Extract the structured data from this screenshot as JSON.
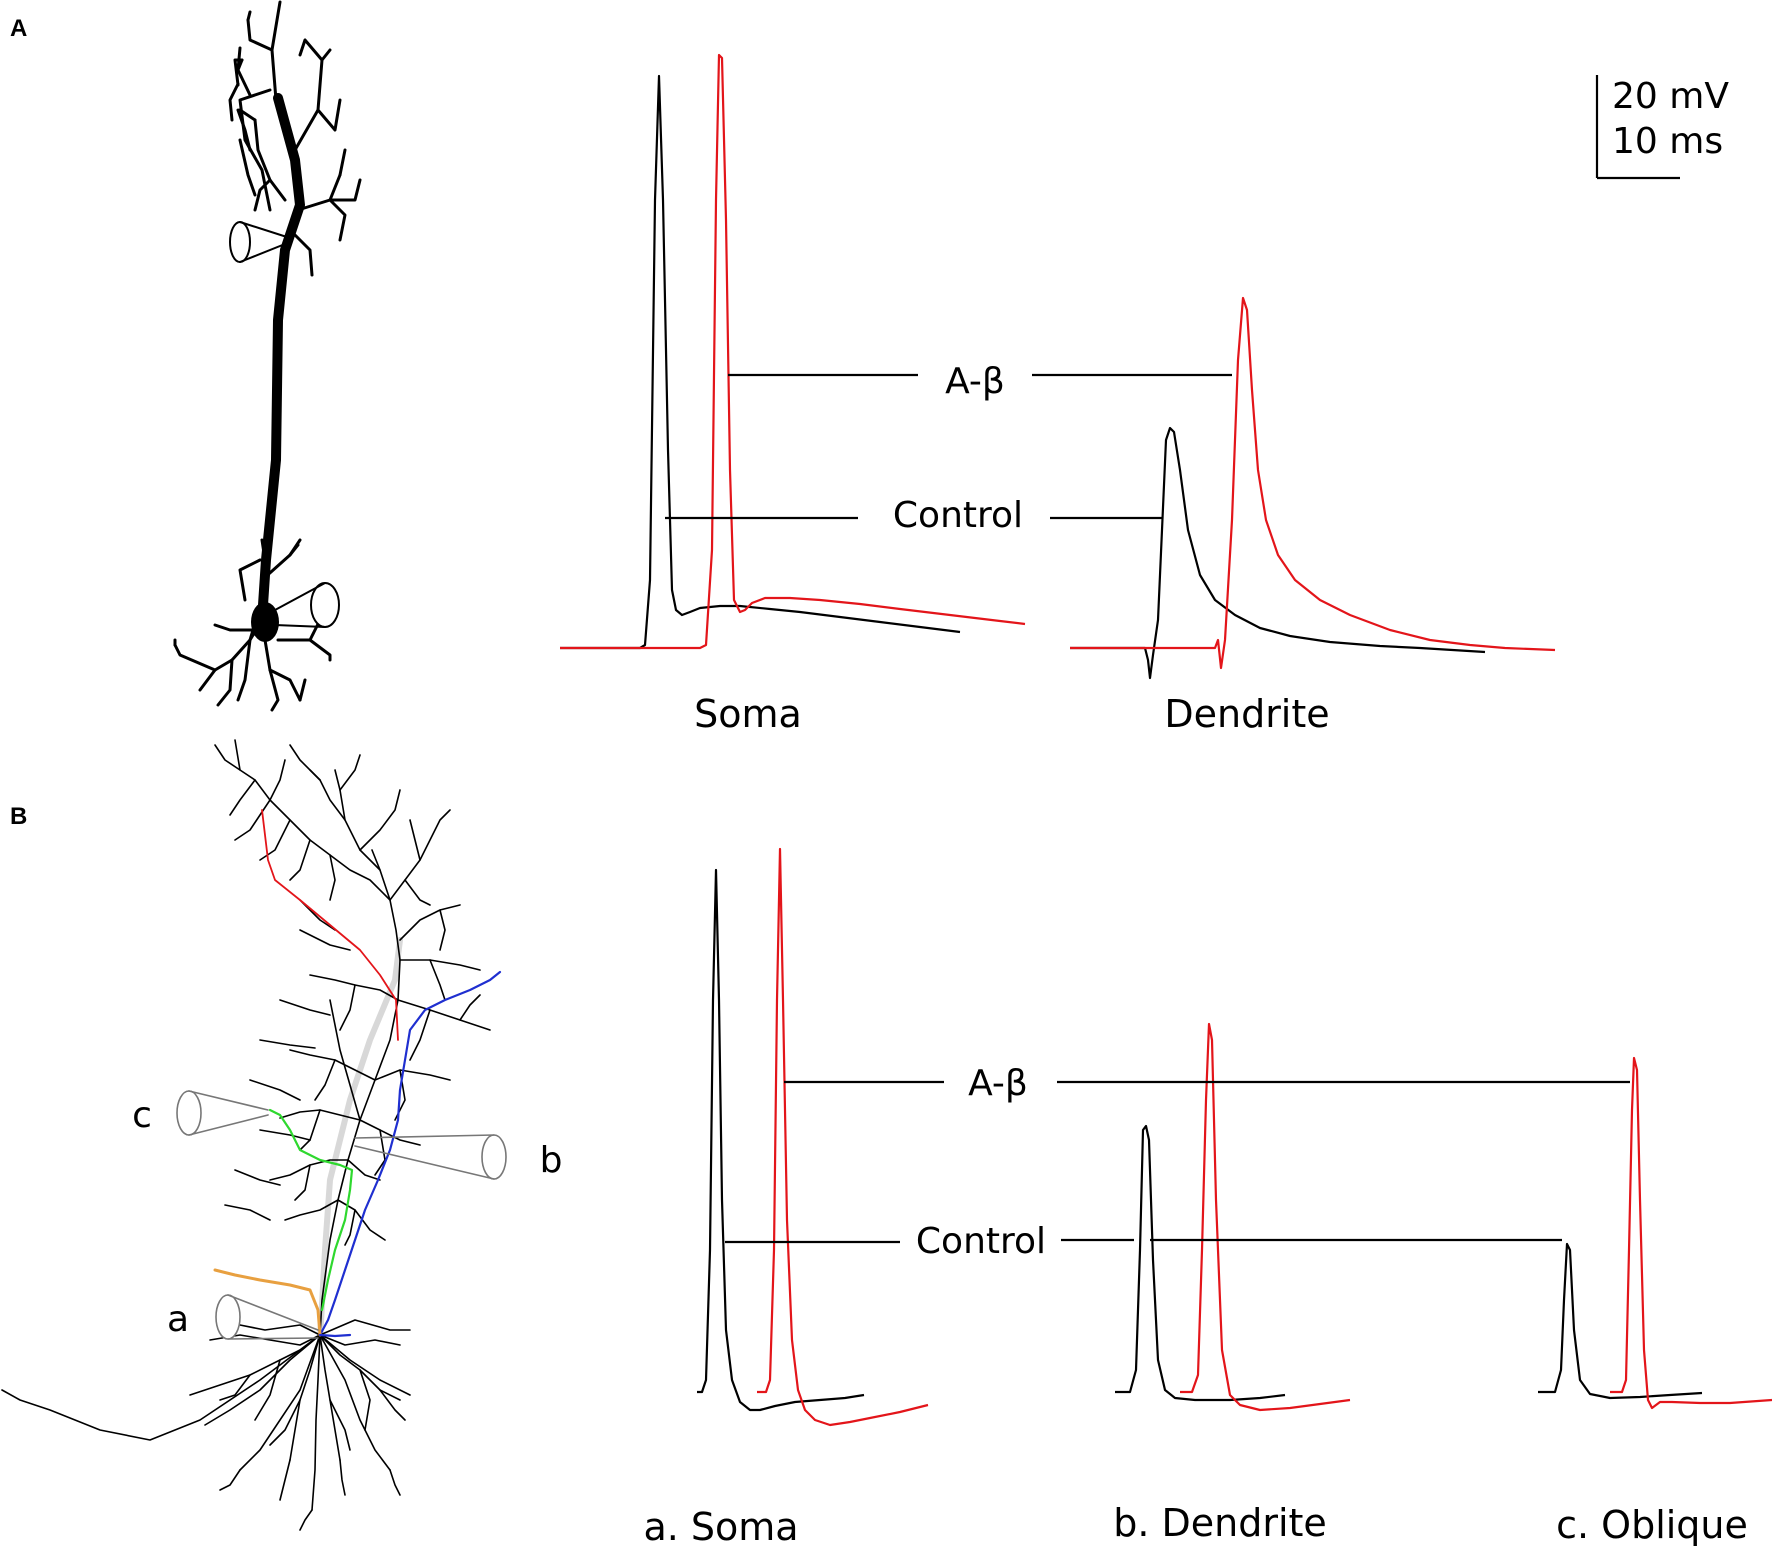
{
  "panels": {
    "A": {
      "label": "A",
      "legend_labels": {
        "abeta": "A-β",
        "control": "Control"
      },
      "scale_bar": {
        "voltage": "20 mV",
        "time": "10 ms"
      },
      "trace_titles": [
        "Soma",
        "Dendrite"
      ]
    },
    "B": {
      "label": "B",
      "legend_labels": {
        "abeta": "A-β",
        "control": "Control"
      },
      "trace_titles": [
        "a. Soma",
        "b. Dendrite",
        "c. Oblique"
      ],
      "electrode_labels": [
        "a",
        "b",
        "c"
      ]
    }
  },
  "colors": {
    "control": "#000000",
    "abeta": "#e3151a",
    "morph_a": "#e8a040",
    "morph_b": "#1f2fd0",
    "morph_c": "#2ed82e",
    "morph_apical": "#e3151a"
  }
}
